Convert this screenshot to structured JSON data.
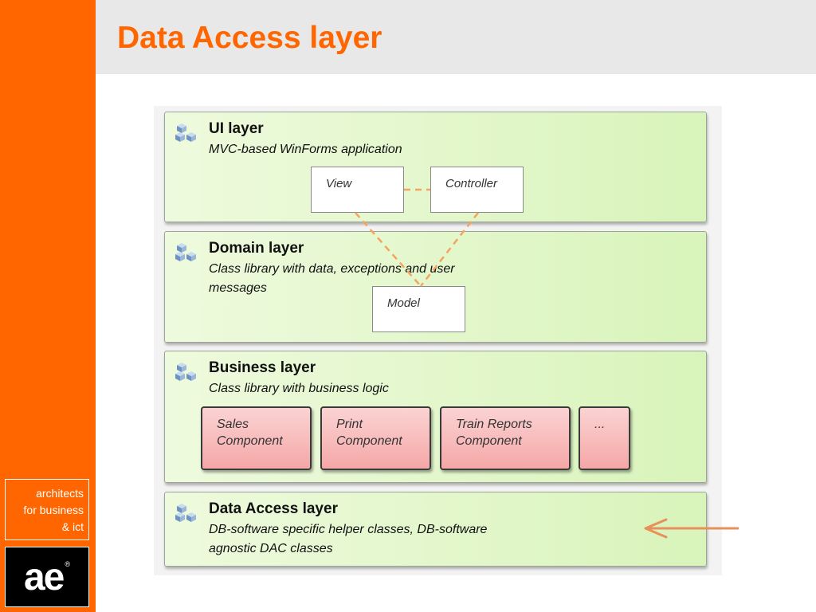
{
  "slide": {
    "title": "Data Access layer"
  },
  "branding": {
    "tagline": [
      "architects",
      "for business",
      "& ict"
    ],
    "logo_text": "ae",
    "logo_mark": "®",
    "accent_color": "#ff6600"
  },
  "layers": [
    {
      "title": "UI layer",
      "description": "MVC-based WinForms application",
      "icon": "cubes-icon"
    },
    {
      "title": "Domain layer",
      "description": "Class library with data, exceptions and user messages",
      "icon": "cubes-icon"
    },
    {
      "title": "Business layer",
      "description": "Class library with business logic",
      "icon": "cubes-icon"
    },
    {
      "title": "Data Access layer",
      "description": "DB-software specific helper classes, DB-software agnostic DAC classes",
      "icon": "cubes-icon"
    }
  ],
  "ui_nodes": {
    "view": "View",
    "controller": "Controller"
  },
  "domain_nodes": {
    "model": "Model"
  },
  "components": [
    {
      "line1": "Sales",
      "line2": "Component"
    },
    {
      "line1": "Print",
      "line2": "Component"
    },
    {
      "line1": "Train Reports",
      "line2": "Component"
    },
    {
      "line1": "...",
      "line2": ""
    }
  ],
  "colors": {
    "layer_fill": "#d9f4bb",
    "component_fill": "#f5a7a7",
    "connector": "#f4a460",
    "pointer_arrow": "#e8905a"
  }
}
